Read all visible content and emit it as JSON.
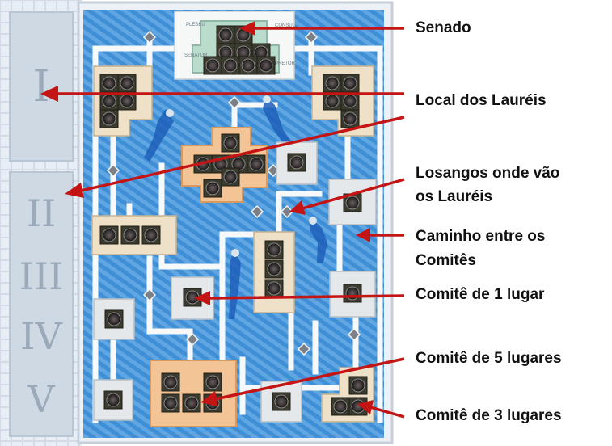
{
  "annotations": {
    "senado": "Senado",
    "local_laureis": "Local dos Lauréis",
    "losangos_line1": "Losangos onde vão",
    "losangos_line2": "os Lauréis",
    "caminho_line1": "Caminho entre os",
    "caminho_line2": "Comitês",
    "comite_1": "Comitê de 1 lugar",
    "comite_5": "Comitê de 5 lugares",
    "comite_3": "Comitê de 3 lugares"
  },
  "board": {
    "roman_numerals": [
      "I",
      "II",
      "III",
      "IV",
      "V"
    ],
    "senate_side_text": [
      "PLEBEU",
      "SENATOR",
      "CONSUL",
      "PRETOR"
    ]
  },
  "colors": {
    "arrow": "#c41414",
    "water": "#3d8fd8",
    "path": "#f4f6f8",
    "committee_tan": "#efe0c8",
    "committee_orange": "#f3c596",
    "committee_gray": "#e4e8ea",
    "senate_green": "#b9dccd"
  }
}
